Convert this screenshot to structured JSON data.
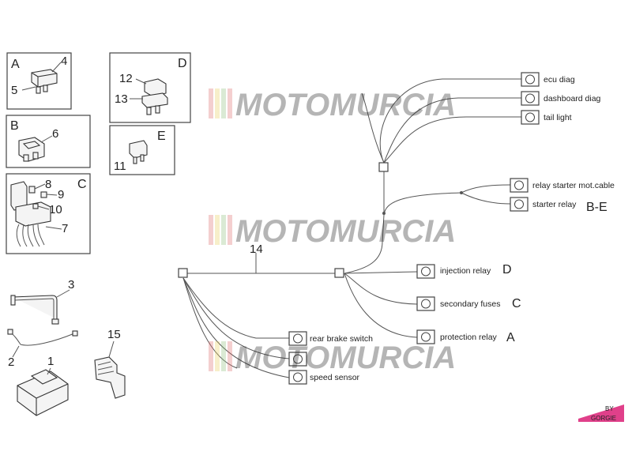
{
  "groups": [
    {
      "letter": "A",
      "numbers": [
        "4",
        "5"
      ]
    },
    {
      "letter": "B",
      "numbers": [
        "6"
      ]
    },
    {
      "letter": "C",
      "numbers": [
        "8",
        "9",
        "10",
        "7"
      ]
    },
    {
      "letter": "D",
      "numbers": [
        "12",
        "13"
      ]
    },
    {
      "letter": "E",
      "numbers": [
        "11"
      ]
    }
  ],
  "loose_parts": [
    "3",
    "2",
    "1",
    "15"
  ],
  "harness_label": "14",
  "connectors": [
    {
      "label": "ecu diag",
      "suffix": ""
    },
    {
      "label": "dashboard diag",
      "suffix": ""
    },
    {
      "label": "tail light",
      "suffix": ""
    },
    {
      "label": "relay starter mot.cable",
      "suffix": ""
    },
    {
      "label": "starter relay",
      "suffix": "B-E"
    },
    {
      "label": "injection relay",
      "suffix": "D"
    },
    {
      "label": "secondary fuses",
      "suffix": "C"
    },
    {
      "label": "protection relay",
      "suffix": "A"
    },
    {
      "label": "rear brake switch",
      "suffix": ""
    },
    {
      "label": "speed sensor",
      "suffix": ""
    }
  ],
  "watermark": "MOTOMURCIA",
  "badge": {
    "line1": "BY",
    "line2": "GORGIE"
  },
  "colors": {
    "watermark": "#555555",
    "stripe_red": "#e07070",
    "stripe_yellow": "#e8d060",
    "stripe_green": "#90c080",
    "badge": "#e0408a"
  }
}
